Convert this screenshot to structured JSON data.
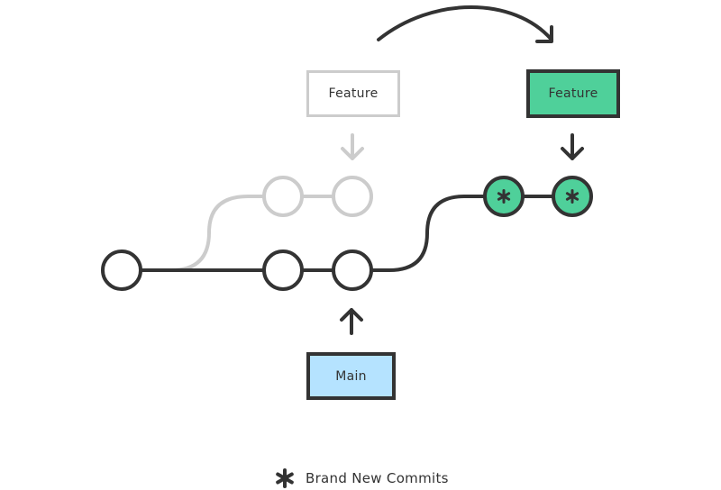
{
  "colors": {
    "stroke": "#333333",
    "faded": "#cccccc",
    "new_commit_fill": "#4fd09a",
    "main_fill": "#b5e3ff"
  },
  "labels": {
    "feature_old": "Feature",
    "feature_new": "Feature",
    "main": "Main"
  },
  "legend": {
    "text": "Brand New Commits",
    "icon": "asterisk-icon"
  }
}
